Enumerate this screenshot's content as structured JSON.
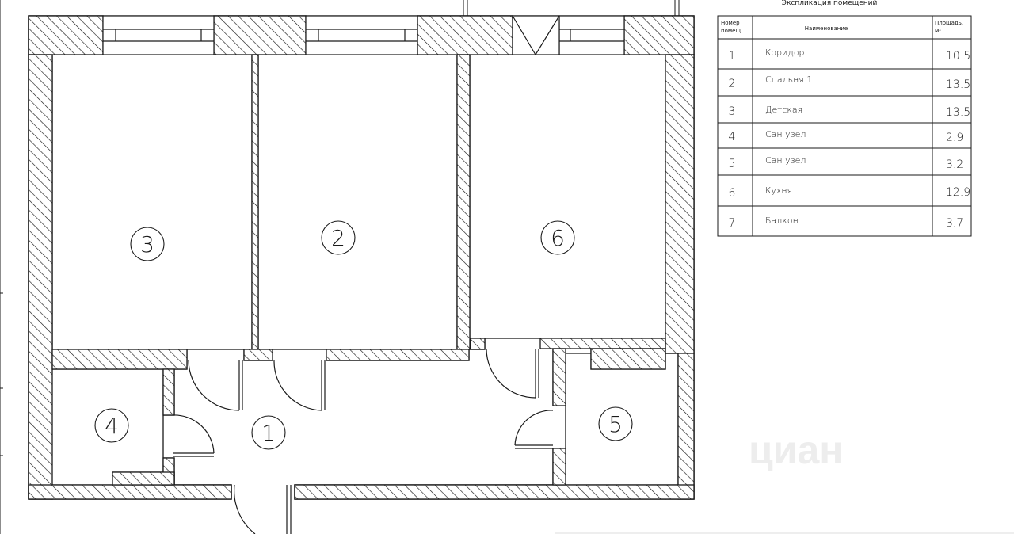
{
  "table": {
    "title": "Экспликация помещений",
    "col_num": [
      "Номер",
      "помещ."
    ],
    "col_name": "Наименование",
    "col_area": [
      "Площадь,",
      "м²"
    ],
    "rows": [
      {
        "num": "1",
        "name": "Коридор",
        "area": "10.5"
      },
      {
        "num": "2",
        "name": "Спальня 1",
        "area": "13.5"
      },
      {
        "num": "3",
        "name": "Детская",
        "area": "13.5"
      },
      {
        "num": "4",
        "name": "Сан узел",
        "area": "2.9"
      },
      {
        "num": "5",
        "name": "Сан узел",
        "area": "3.2"
      },
      {
        "num": "6",
        "name": "Кухня",
        "area": "12.9"
      },
      {
        "num": "7",
        "name": "Балкон",
        "area": "3.7"
      }
    ]
  },
  "room_markers": [
    "3",
    "2",
    "6",
    "4",
    "1",
    "5"
  ],
  "watermark": "циан",
  "colors": {
    "line": "#1a1a1a",
    "hatch": "#1a1a1a",
    "watermark": "#ececec"
  }
}
